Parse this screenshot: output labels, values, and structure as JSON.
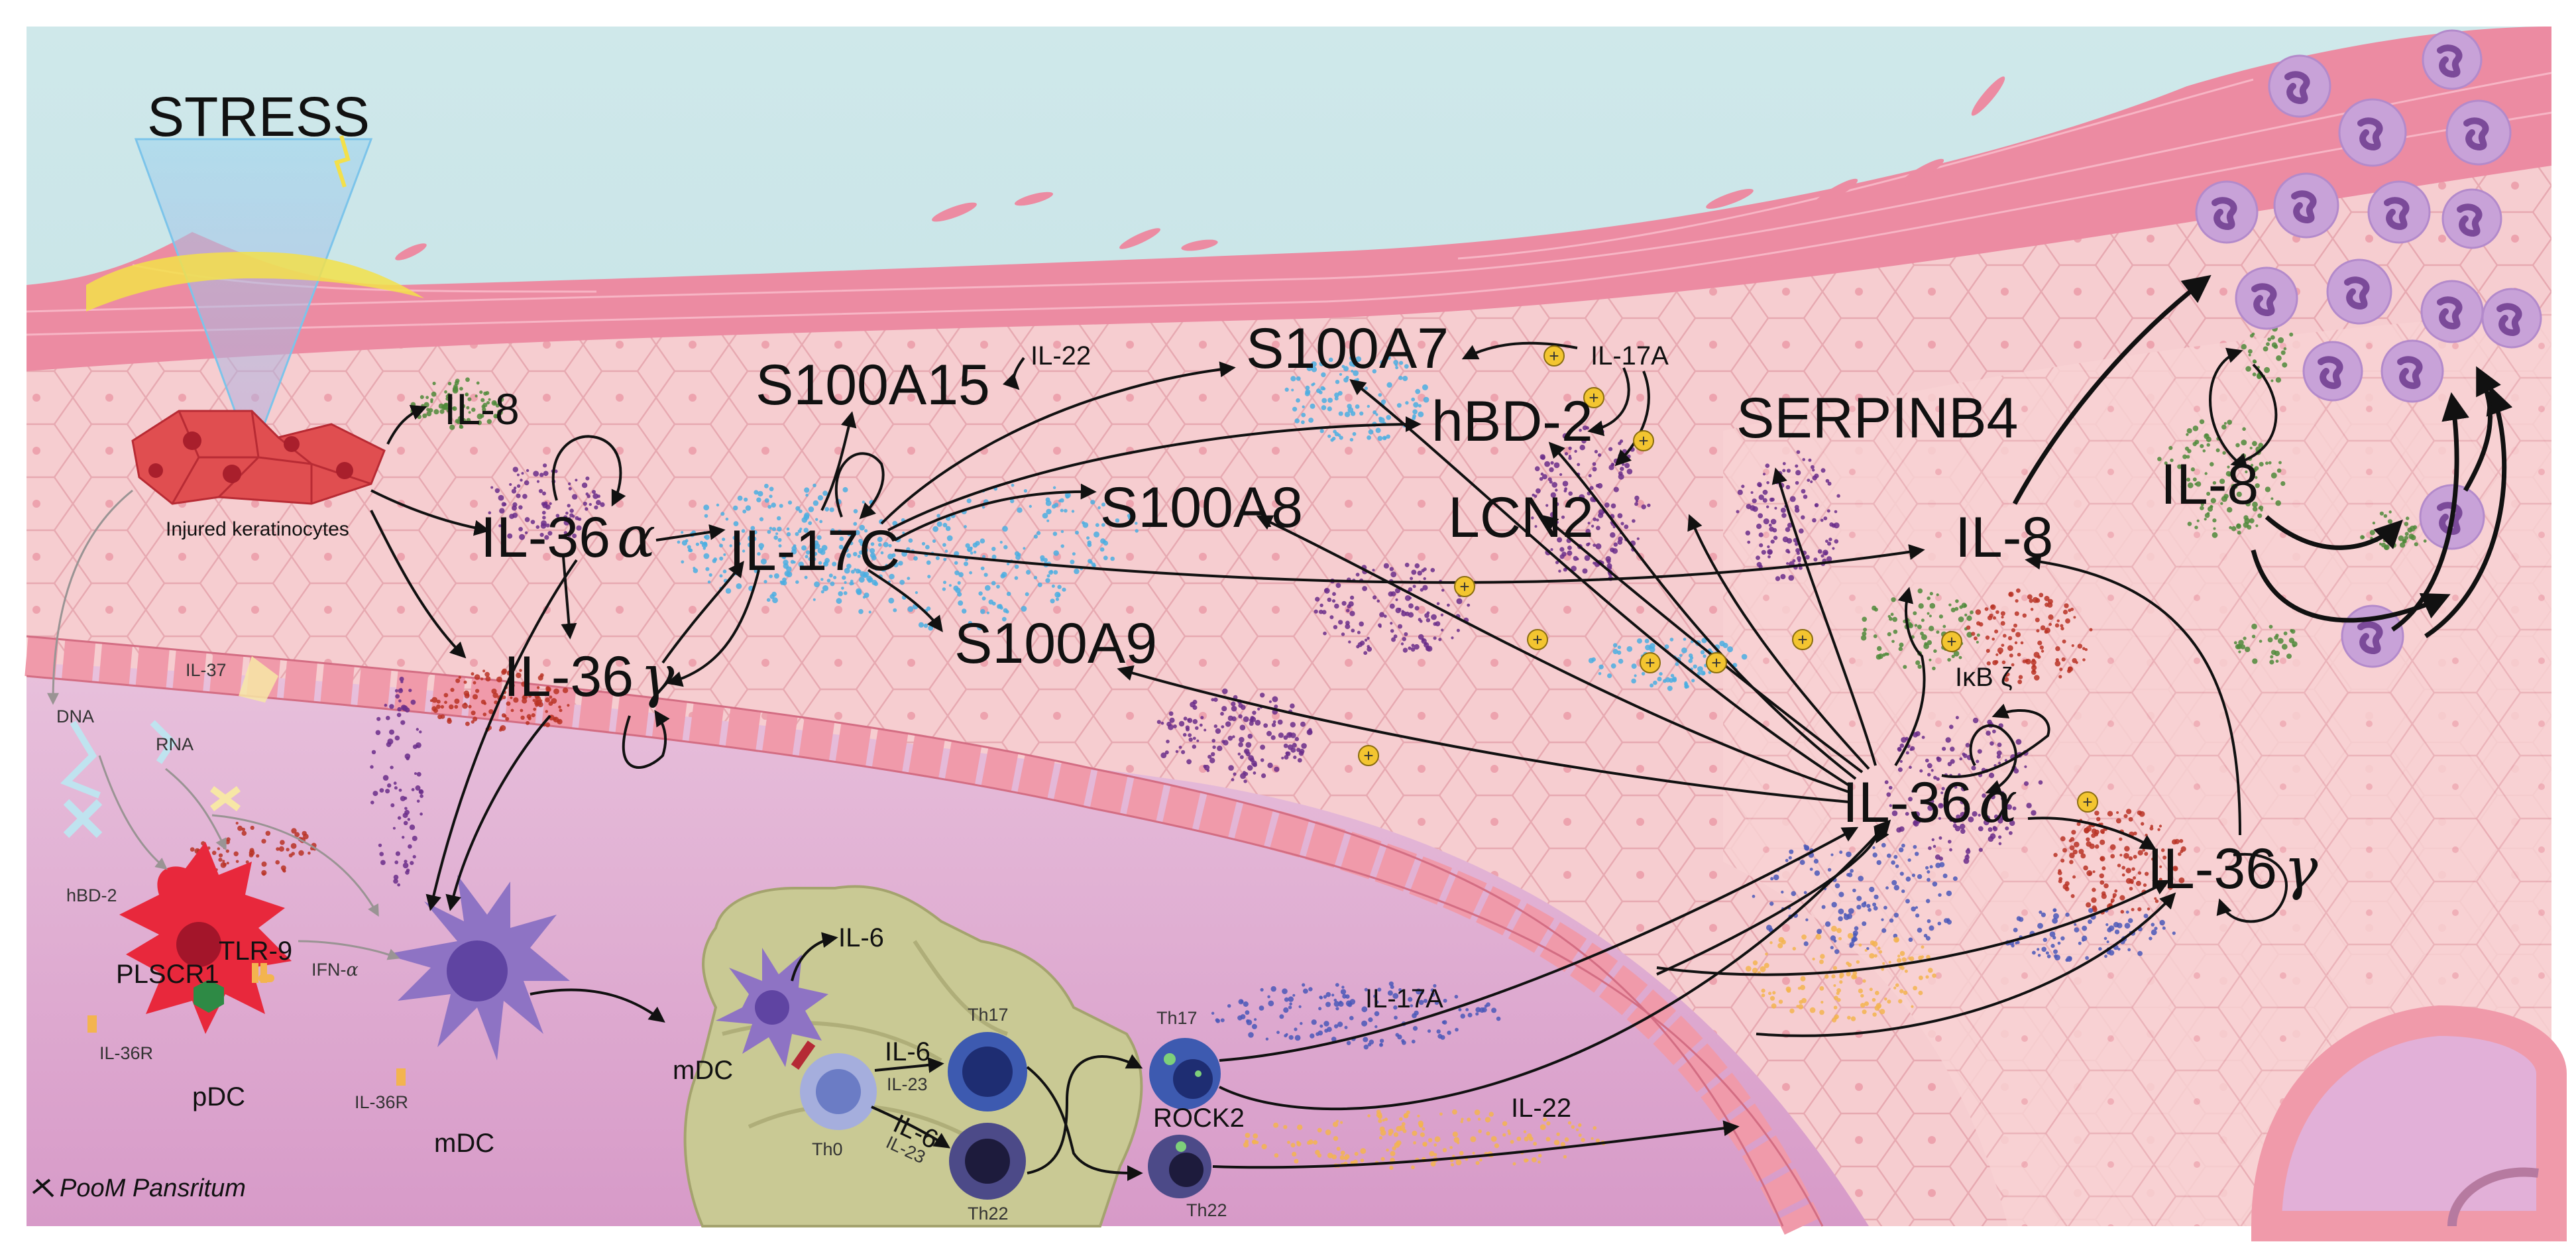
{
  "title": "STRESS",
  "artist_signature": "PooM Pansritum",
  "colors": {
    "sky": "#cfe8ea",
    "stratum_corneum": "#ec8ba2",
    "epidermis": "#f6cdd0",
    "cell_line": "#e59ca7",
    "basal_layer": "#f09aaa",
    "dermis": "#e3b3d5",
    "lymph_node": "#c9c994",
    "neutrophil": "#c8a2d8",
    "pdc": "#e8283c",
    "mdc": "#8e73c4",
    "dots_green": "#4f8a3a",
    "dots_blue": "#4aaee2",
    "dots_purple": "#6a2d8a",
    "dots_red": "#b93324",
    "dots_orange": "#f3b44f",
    "dots_navy": "#4a58b8",
    "plus_badge": "#f3c530"
  },
  "labels": {
    "injured": "Injured keratinocytes",
    "il8_a": "IL-8",
    "il36a_a": "IL-36",
    "il36g_a": "IL-36",
    "il17c": "IL-17C",
    "s100a15": "S100A15",
    "il22_a": "IL-22",
    "s100a7": "S100A7",
    "il17a_top": "IL-17A",
    "hbd2": "hBD-2",
    "lcn2": "LCN2",
    "serpinb4": "SERPINB4",
    "s100a8": "S100A8",
    "s100a9": "S100A9",
    "il8_b": "IL-8",
    "il8_c": "IL-8",
    "ikbz": "IκB ζ",
    "il36a_b": "IL-36",
    "il36g_b": "IL-36",
    "il37": "IL-37",
    "dna": "DNA",
    "rna": "RNA",
    "hbd2_small": "hBD-2",
    "tlr9": "TLR-9",
    "plscr1": "PLSCR1",
    "il36r_a": "IL-36R",
    "pdc": "pDC",
    "ifna": "IFN-",
    "il36r_b": "IL-36R",
    "mdc_a": "mDC",
    "mdc_b": "mDC",
    "il6_a": "IL-6",
    "th0": "Th0",
    "il6_b": "IL-6",
    "il23_a": "IL-23",
    "il6_c": "IL-6",
    "il23_b": "IL-23",
    "th17_a": "Th17",
    "th22_a": "Th22",
    "th17_b": "Th17",
    "rock2": "ROCK2",
    "th22_b": "Th22",
    "il17a_b": "IL-17A",
    "il22_b": "IL-22",
    "alpha": "α",
    "gamma": "γ",
    "plus": "+"
  }
}
